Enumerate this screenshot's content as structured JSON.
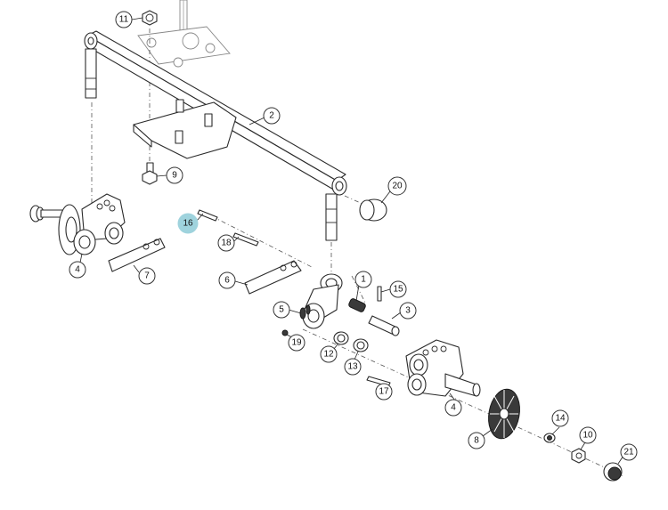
{
  "diagram": {
    "highlighted_callout": "16",
    "colors": {
      "highlight": "#9fd3dd",
      "line": "#2a2a2a",
      "background": "#ffffff"
    },
    "callouts": [
      {
        "id": "c-11",
        "label": "11"
      },
      {
        "id": "c-2",
        "label": "2"
      },
      {
        "id": "c-9",
        "label": "9"
      },
      {
        "id": "c-20",
        "label": "20"
      },
      {
        "id": "c-16",
        "label": "16"
      },
      {
        "id": "c-18",
        "label": "18"
      },
      {
        "id": "c-4a",
        "label": "4"
      },
      {
        "id": "c-7",
        "label": "7"
      },
      {
        "id": "c-6",
        "label": "6"
      },
      {
        "id": "c-1",
        "label": "1"
      },
      {
        "id": "c-15",
        "label": "15"
      },
      {
        "id": "c-3",
        "label": "3"
      },
      {
        "id": "c-5",
        "label": "5"
      },
      {
        "id": "c-19",
        "label": "19"
      },
      {
        "id": "c-12",
        "label": "12"
      },
      {
        "id": "c-13",
        "label": "13"
      },
      {
        "id": "c-17",
        "label": "17"
      },
      {
        "id": "c-4b",
        "label": "4"
      },
      {
        "id": "c-14",
        "label": "14"
      },
      {
        "id": "c-10",
        "label": "10"
      },
      {
        "id": "c-8",
        "label": "8"
      },
      {
        "id": "c-21",
        "label": "21"
      }
    ]
  }
}
